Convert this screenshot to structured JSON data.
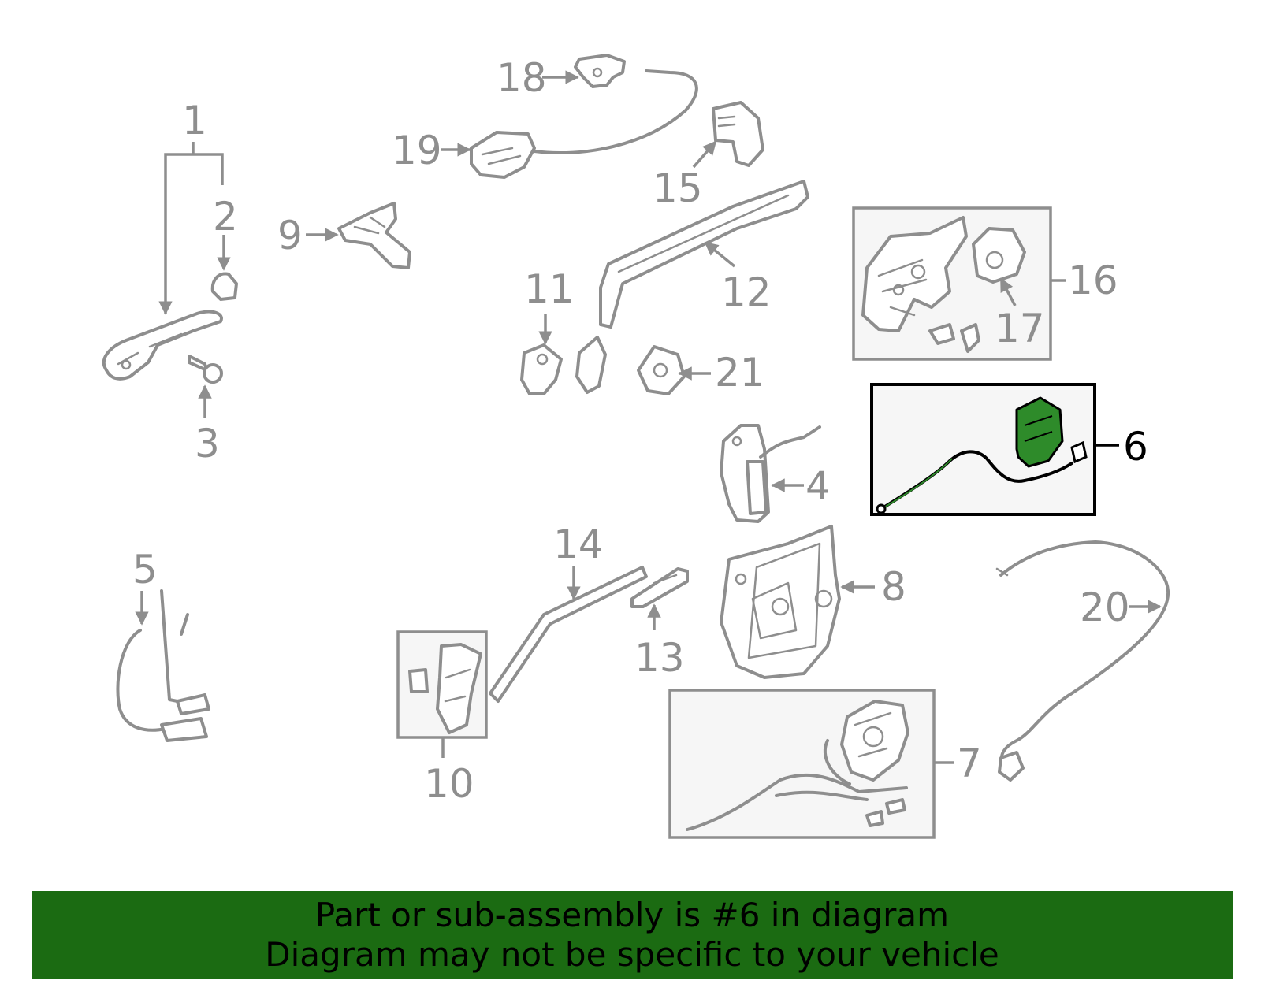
{
  "highlight_color": "#1b6b12",
  "part_fill_highlight": "#2e8b2a",
  "callouts": [
    {
      "id": "1",
      "text": "1"
    },
    {
      "id": "2",
      "text": "2"
    },
    {
      "id": "3",
      "text": "3"
    },
    {
      "id": "4",
      "text": "4"
    },
    {
      "id": "5",
      "text": "5"
    },
    {
      "id": "6",
      "text": "6"
    },
    {
      "id": "7",
      "text": "7"
    },
    {
      "id": "8",
      "text": "8"
    },
    {
      "id": "9",
      "text": "9"
    },
    {
      "id": "10",
      "text": "10"
    },
    {
      "id": "11",
      "text": "11"
    },
    {
      "id": "12",
      "text": "12"
    },
    {
      "id": "13",
      "text": "13"
    },
    {
      "id": "14",
      "text": "14"
    },
    {
      "id": "15",
      "text": "15"
    },
    {
      "id": "16",
      "text": "16"
    },
    {
      "id": "17",
      "text": "17"
    },
    {
      "id": "18",
      "text": "18"
    },
    {
      "id": "19",
      "text": "19"
    },
    {
      "id": "20",
      "text": "20"
    },
    {
      "id": "21",
      "text": "21"
    }
  ],
  "highlighted_part": "6",
  "banner": {
    "line1": "Part or sub-assembly is #6 in diagram",
    "line2": "Diagram may not be specific to your vehicle"
  }
}
